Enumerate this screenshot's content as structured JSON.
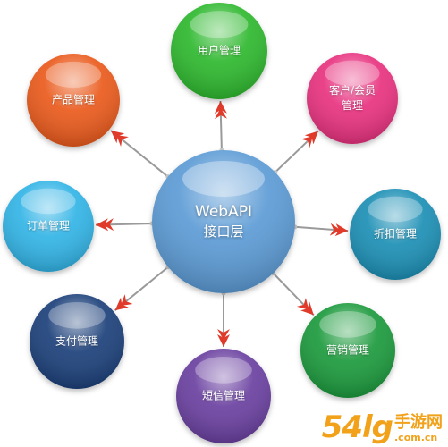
{
  "hub": {
    "line1": "WebAPI",
    "line2": "接口层",
    "color": "#5b9bd5"
  },
  "modules": [
    {
      "key": "user",
      "label_lines": [
        "用户管理"
      ],
      "color": "#2db82d"
    },
    {
      "key": "customer",
      "label_lines": [
        "客户/会员",
        "管理"
      ],
      "color": "#e8337f"
    },
    {
      "key": "discount",
      "label_lines": [
        "折扣管理"
      ],
      "color": "#1c8fb5"
    },
    {
      "key": "marketing",
      "label_lines": [
        "营销管理"
      ],
      "color": "#1f9a3d"
    },
    {
      "key": "sms",
      "label_lines": [
        "短信管理"
      ],
      "color": "#6b3fa0"
    },
    {
      "key": "payment",
      "label_lines": [
        "支付管理"
      ],
      "color": "#1e3f7a"
    },
    {
      "key": "order",
      "label_lines": [
        "订单管理"
      ],
      "color": "#33b4e6"
    },
    {
      "key": "product",
      "label_lines": [
        "产品管理"
      ],
      "color": "#ea5a1c"
    }
  ],
  "dart_color": "#e03a2a",
  "watermark": {
    "digits": "54lg",
    "site": "手游网",
    "domain": ".com.cn"
  }
}
